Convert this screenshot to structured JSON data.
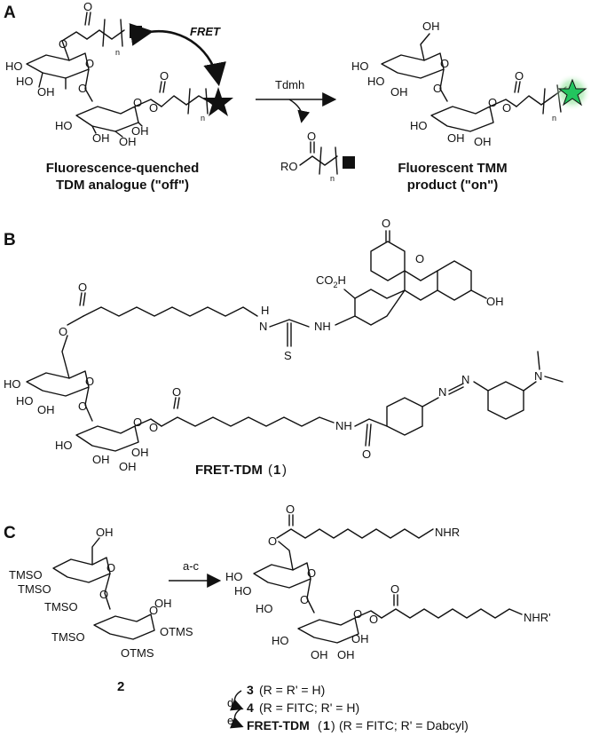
{
  "panels": {
    "A": {
      "label": "A",
      "fret_label": "FRET",
      "enzyme_label": "Tdmh",
      "n_label": "n",
      "OH": "OH",
      "HO": "HO",
      "O": "O",
      "RO": "RO",
      "substrate_caption_line1": "Fluorescence-quenched",
      "substrate_caption_line2": "TDM analogue (\"off\")",
      "product_caption_line1": "Fluorescent TMM",
      "product_caption_line2": "product (\"on\")",
      "colors": {
        "star_dark": "#111111",
        "star_green": "#22c55e",
        "glow": "#7ee08a"
      }
    },
    "B": {
      "label": "B",
      "CO2H": "CO",
      "CO2H_sub": "2",
      "CO2H_tail": "H",
      "NH": "NH",
      "H": "H",
      "N": "N",
      "S": "S",
      "OH": "OH",
      "HO": "HO",
      "O": "O",
      "compound_name": "FRET-TDM",
      "compound_number": "1"
    },
    "C": {
      "label": "C",
      "reagents": "a-c",
      "TMSO": "TMSO",
      "OTMS": "OTMS",
      "OH": "OH",
      "HO": "HO",
      "O": "O",
      "NHR": "NHR",
      "NHR_prime": "NHR'",
      "start_number": "2",
      "step_d": "d",
      "step_e": "e",
      "line3_num": "3",
      "line3_text": "(R = R' = H)",
      "line4_num": "4",
      "line4_text": "(R = FITC; R' = H)",
      "line1_name": "FRET-TDM",
      "line1_num": "1",
      "line1_text": "(R = FITC; R' = Dabcyl)"
    }
  }
}
